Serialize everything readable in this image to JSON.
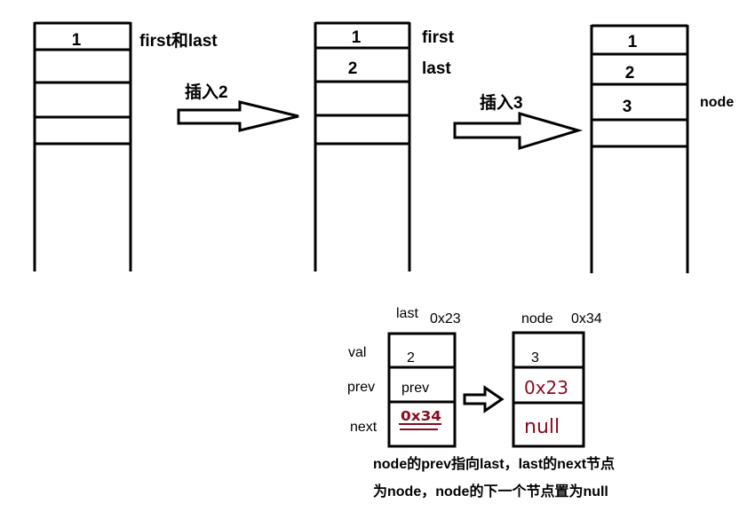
{
  "diagram": {
    "stacks": [
      {
        "cells": [
          "1"
        ],
        "labels": {
          "first_last": "first和last"
        }
      },
      {
        "cells": [
          "1",
          "2"
        ],
        "labels": {
          "first": "first",
          "last": "last"
        }
      },
      {
        "cells": [
          "1",
          "2",
          "3"
        ],
        "labels": {
          "node": "node"
        }
      }
    ],
    "arrows": [
      {
        "label": "插入2"
      },
      {
        "label": "插入3"
      }
    ],
    "detail": {
      "last_box": {
        "name": "last",
        "address": "0x23",
        "val": "2",
        "prev": "prev",
        "next": "0x34"
      },
      "node_box": {
        "name": "node",
        "address": "0x34",
        "val": "3",
        "prev": "0x23",
        "next": "null"
      },
      "field_labels": {
        "val": "val",
        "prev": "prev",
        "next": "next"
      },
      "caption_line1": "node的prev指向last，last的next节点",
      "caption_line2": "为node，node的下一个节点置为null"
    },
    "colors": {
      "ink": "#000000",
      "hand_ink": "#8b0a1e"
    }
  }
}
